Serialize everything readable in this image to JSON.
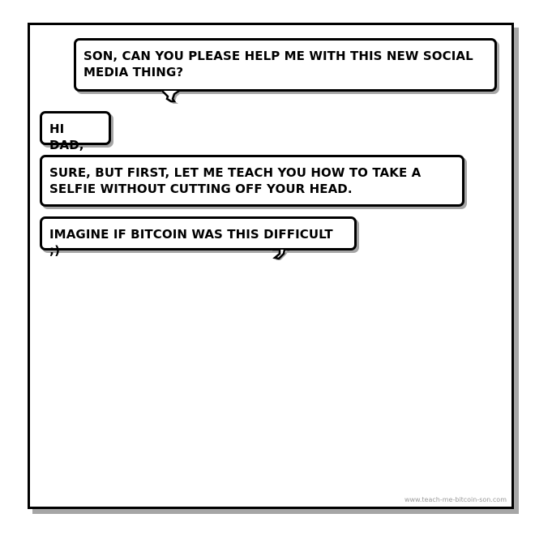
{
  "comic": {
    "messages": [
      {
        "speaker": "dad",
        "text": "SON, CAN YOU PLEASE HELP ME WITH THIS NEW SOCIAL MEDIA THING?",
        "lines": [
          "SON, CAN YOU PLEASE HELP ME WITH THIS NEW SOCIAL",
          "MEDIA THING?"
        ]
      },
      {
        "speaker": "son",
        "text": "HI DAD,",
        "lines": [
          "HI DAD,"
        ]
      },
      {
        "speaker": "son",
        "text": "SURE, BUT FIRST, LET ME TEACH YOU HOW TO TAKE A SELFIE WITHOUT CUTTING OFF YOUR HEAD.",
        "lines": [
          "SURE, BUT FIRST, LET ME TEACH YOU HOW TO TAKE A",
          "SELFIE WITHOUT CUTTING OFF YOUR HEAD."
        ]
      },
      {
        "speaker": "son",
        "text": "IMAGINE IF BITCOIN WAS THIS DIFFICULT ;)",
        "lines": [
          "IMAGINE IF BITCOIN WAS THIS DIFFICULT ;)"
        ]
      }
    ],
    "footer": "www.teach-me-bitcoin-son.com"
  },
  "colors": {
    "border": "#000000",
    "shadow": "#a6a6a6",
    "background": "#ffffff",
    "footer_text": "#9a9a9a"
  }
}
